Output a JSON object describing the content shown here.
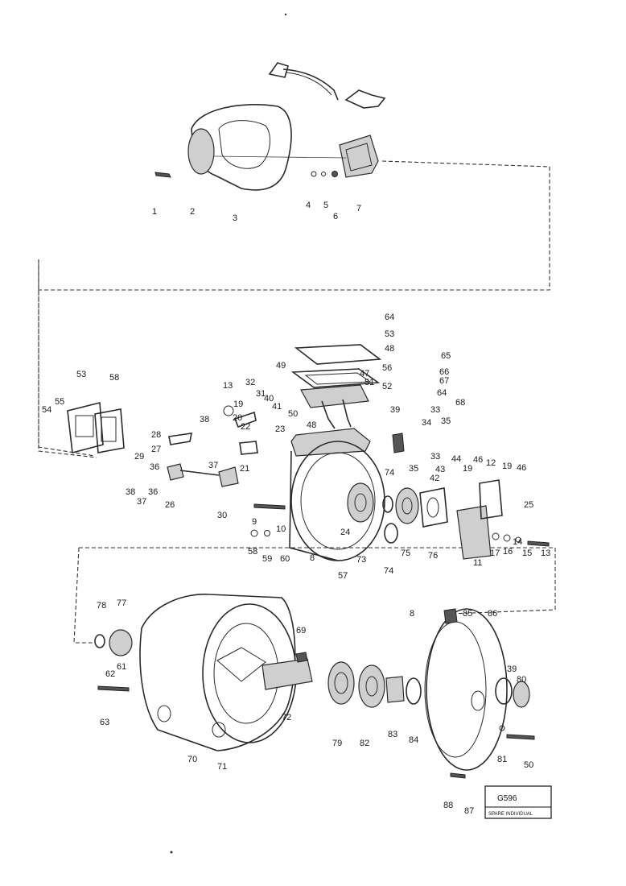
{
  "diagram": {
    "figure_code": "G596",
    "figure_subtext": "SPARE INDIVIDUAL"
  },
  "labels": [
    {
      "id": "l1",
      "text": "1"
    },
    {
      "id": "l2",
      "text": "2"
    },
    {
      "id": "l3",
      "text": "3"
    },
    {
      "id": "l4",
      "text": "4"
    },
    {
      "id": "l5",
      "text": "5"
    },
    {
      "id": "l6",
      "text": "6"
    },
    {
      "id": "l7",
      "text": "7"
    },
    {
      "id": "l64a",
      "text": "64"
    },
    {
      "id": "l53a",
      "text": "53"
    },
    {
      "id": "l48a",
      "text": "48"
    },
    {
      "id": "l49",
      "text": "49"
    },
    {
      "id": "l56a",
      "text": "56"
    },
    {
      "id": "l47",
      "text": "47"
    },
    {
      "id": "l51",
      "text": "51"
    },
    {
      "id": "l52",
      "text": "52"
    },
    {
      "id": "l50",
      "text": "50"
    },
    {
      "id": "l48b",
      "text": "48"
    },
    {
      "id": "l65",
      "text": "65"
    },
    {
      "id": "l66",
      "text": "66"
    },
    {
      "id": "l67",
      "text": "67"
    },
    {
      "id": "l64b",
      "text": "64"
    },
    {
      "id": "l68",
      "text": "68"
    },
    {
      "id": "l53b",
      "text": "53"
    },
    {
      "id": "l58a",
      "text": "58"
    },
    {
      "id": "l55",
      "text": "55"
    },
    {
      "id": "l54",
      "text": "54"
    },
    {
      "id": "l13a",
      "text": "13"
    },
    {
      "id": "l32",
      "text": "32"
    },
    {
      "id": "l31",
      "text": "31"
    },
    {
      "id": "l19a",
      "text": "19"
    },
    {
      "id": "l20",
      "text": "20"
    },
    {
      "id": "l40",
      "text": "40"
    },
    {
      "id": "l41",
      "text": "41"
    },
    {
      "id": "l22",
      "text": "22"
    },
    {
      "id": "l23",
      "text": "23"
    },
    {
      "id": "l39",
      "text": "39"
    },
    {
      "id": "l33a",
      "text": "33"
    },
    {
      "id": "l34",
      "text": "34"
    },
    {
      "id": "l35a",
      "text": "35"
    },
    {
      "id": "l38a",
      "text": "38"
    },
    {
      "id": "l28",
      "text": "28"
    },
    {
      "id": "l27",
      "text": "27"
    },
    {
      "id": "l29",
      "text": "29"
    },
    {
      "id": "l37a",
      "text": "37"
    },
    {
      "id": "l21",
      "text": "21"
    },
    {
      "id": "l36a",
      "text": "36"
    },
    {
      "id": "l38b",
      "text": "38"
    },
    {
      "id": "l36b",
      "text": "36"
    },
    {
      "id": "l37b",
      "text": "37"
    },
    {
      "id": "l26",
      "text": "26"
    },
    {
      "id": "l30",
      "text": "30"
    },
    {
      "id": "l35b",
      "text": "35"
    },
    {
      "id": "l33b",
      "text": "33"
    },
    {
      "id": "l44",
      "text": "44"
    },
    {
      "id": "l42",
      "text": "42"
    },
    {
      "id": "l43",
      "text": "43"
    },
    {
      "id": "l19b",
      "text": "19"
    },
    {
      "id": "l46a",
      "text": "46"
    },
    {
      "id": "l12",
      "text": "12"
    },
    {
      "id": "l19c",
      "text": "19"
    },
    {
      "id": "l46b",
      "text": "46"
    },
    {
      "id": "l25",
      "text": "25"
    },
    {
      "id": "l74a",
      "text": "74"
    },
    {
      "id": "l9",
      "text": "9"
    },
    {
      "id": "l10",
      "text": "10"
    },
    {
      "id": "l24",
      "text": "24"
    },
    {
      "id": "l75",
      "text": "75"
    },
    {
      "id": "l76",
      "text": "76"
    },
    {
      "id": "l17",
      "text": "17"
    },
    {
      "id": "l16",
      "text": "16"
    },
    {
      "id": "l14",
      "text": "14"
    },
    {
      "id": "l15",
      "text": "15"
    },
    {
      "id": "l13b",
      "text": "13"
    },
    {
      "id": "l11",
      "text": "11"
    },
    {
      "id": "l58b",
      "text": "58"
    },
    {
      "id": "l59",
      "text": "59"
    },
    {
      "id": "l60",
      "text": "60"
    },
    {
      "id": "l8a",
      "text": "8"
    },
    {
      "id": "l73",
      "text": "73"
    },
    {
      "id": "l74b",
      "text": "74"
    },
    {
      "id": "l57",
      "text": "57"
    },
    {
      "id": "l78",
      "text": "78"
    },
    {
      "id": "l77",
      "text": "77"
    },
    {
      "id": "l69",
      "text": "69"
    },
    {
      "id": "l8b",
      "text": "8"
    },
    {
      "id": "l85",
      "text": "85"
    },
    {
      "id": "l86",
      "text": "86"
    },
    {
      "id": "l62",
      "text": "62"
    },
    {
      "id": "l61",
      "text": "61"
    },
    {
      "id": "l63",
      "text": "63"
    },
    {
      "id": "l72",
      "text": "72"
    },
    {
      "id": "l79",
      "text": "79"
    },
    {
      "id": "l82",
      "text": "82"
    },
    {
      "id": "l83",
      "text": "83"
    },
    {
      "id": "l84",
      "text": "84"
    },
    {
      "id": "l39b",
      "text": "39"
    },
    {
      "id": "l80",
      "text": "80"
    },
    {
      "id": "l70",
      "text": "70"
    },
    {
      "id": "l71",
      "text": "71"
    },
    {
      "id": "l81",
      "text": "81"
    },
    {
      "id": "l50b",
      "text": "50"
    },
    {
      "id": "l88",
      "text": "88"
    },
    {
      "id": "l87",
      "text": "87"
    }
  ]
}
